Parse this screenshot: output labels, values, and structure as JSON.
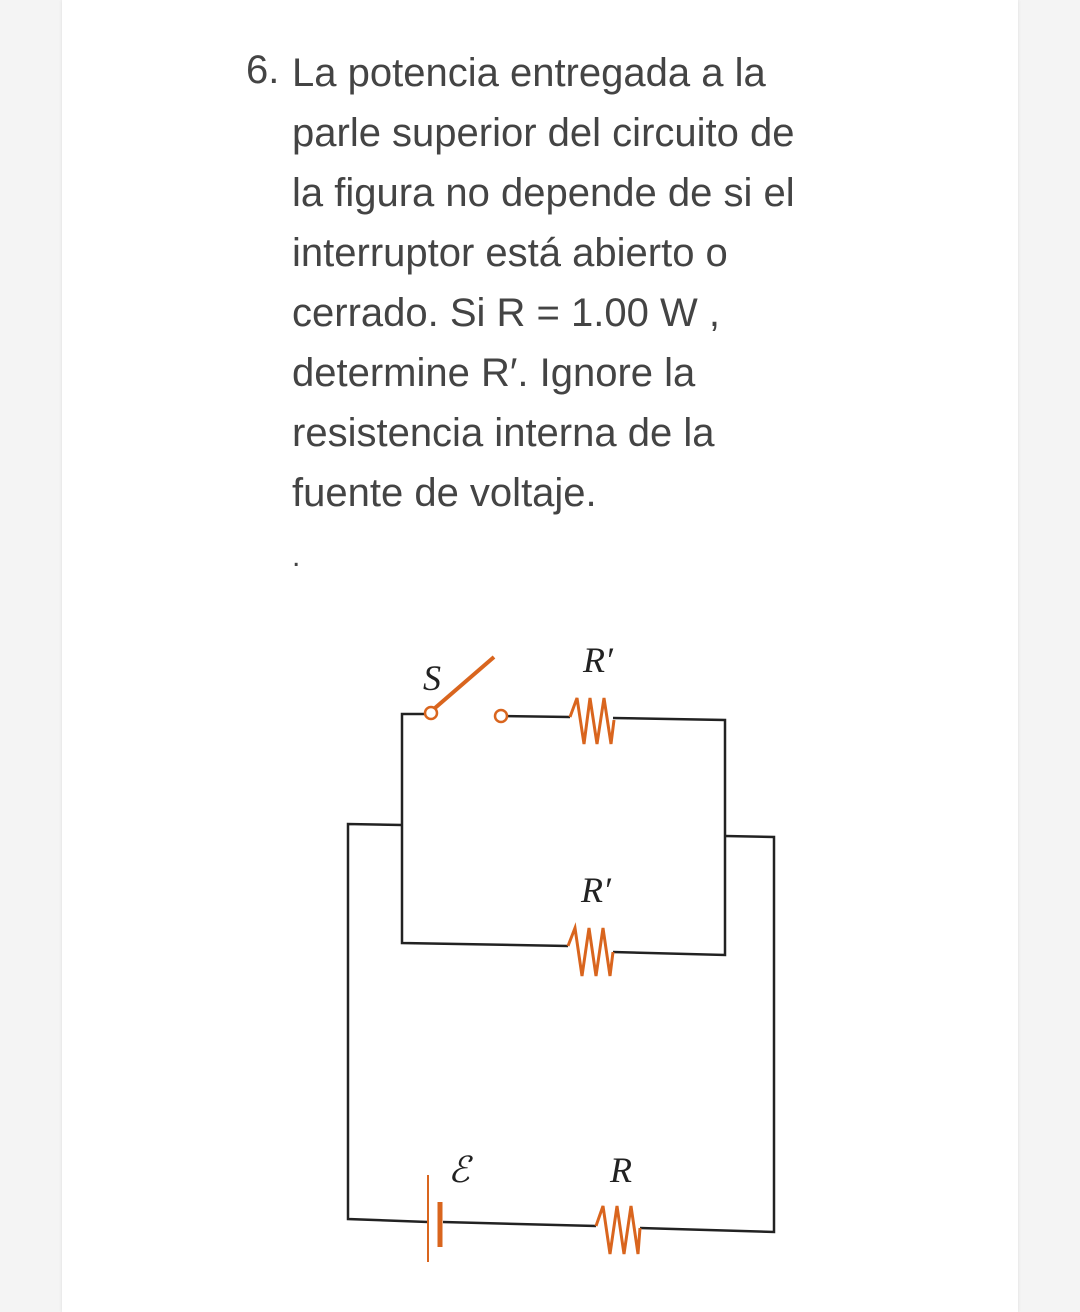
{
  "question": {
    "number": "6.",
    "lines": [
      "La potencia entregada a la",
      "parle superior del circuito de",
      "la figura no depende de si el",
      "interruptor está abierto o",
      "cerrado. Si R = 1.00 W ,",
      "determine R′. Ignore la",
      "resistencia interna de la",
      "fuente de voltaje."
    ],
    "trailing": "."
  },
  "figure": {
    "switch_label": "S",
    "top_resistor_label": "R′",
    "middle_resistor_label": "R′",
    "emf_label": "ℰ",
    "bottom_resistor_label": "R",
    "component_color": "#d9651e"
  }
}
